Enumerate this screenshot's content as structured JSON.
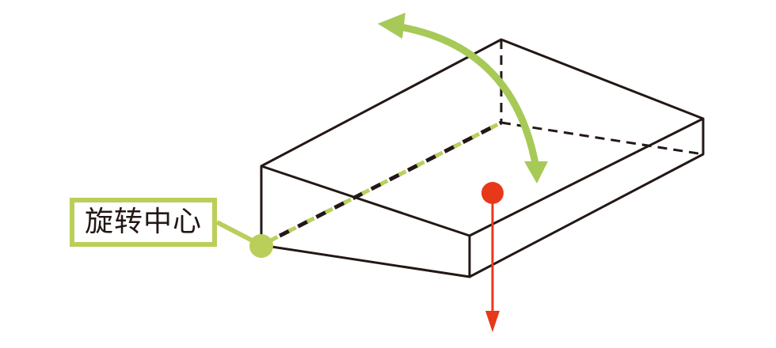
{
  "label": {
    "text": "旋转中心"
  },
  "colors": {
    "outline": "#231815",
    "accent_green": "#b9cf5a",
    "arrow_green": "#a7c957",
    "center_red": "#e8381a",
    "background": "#ffffff"
  },
  "icons": {
    "rotation_arrow": "curved-double-arrow",
    "pivot_marker": "circle",
    "gravity_marker": "circle-with-down-arrow"
  }
}
